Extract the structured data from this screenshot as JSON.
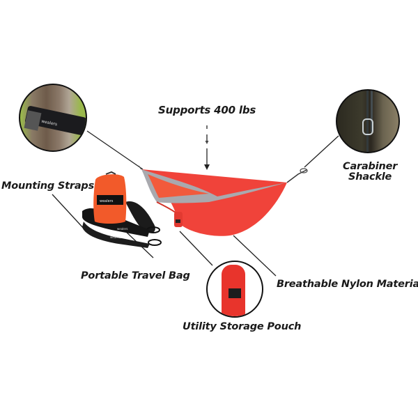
{
  "infographic": {
    "subject": "Camping Hammock",
    "brand": "wealers",
    "colors": {
      "hammock_body": "#f0433a",
      "hammock_trim": "#a9a9ae",
      "bag": "#f25a2a",
      "strap": "#151515",
      "text": "#1a1a1a"
    },
    "features": [
      {
        "id": "weight",
        "label": "Supports 400 lbs"
      },
      {
        "id": "carabiner",
        "label_line1": "Carabiner",
        "label_line2": "Shackle"
      },
      {
        "id": "straps",
        "label": "Mounting Straps"
      },
      {
        "id": "bag",
        "label": "Portable Travel Bag"
      },
      {
        "id": "nylon",
        "label": "Breathable Nylon Material"
      },
      {
        "id": "pouch",
        "label": "Utility Storage Pouch"
      }
    ]
  }
}
